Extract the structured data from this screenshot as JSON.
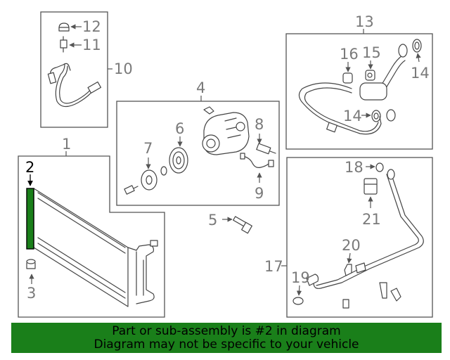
{
  "callouts": {
    "c1": "1",
    "c2": "2",
    "c3": "3",
    "c4": "4",
    "c5": "5",
    "c6": "6",
    "c7": "7",
    "c8": "8",
    "c9": "9",
    "c10": "10",
    "c11": "11",
    "c12": "12",
    "c13": "13",
    "c14a": "14",
    "c14b": "14",
    "c15": "15",
    "c16": "16",
    "c17": "17",
    "c18": "18",
    "c19": "19",
    "c20": "20",
    "c21": "21"
  },
  "highlight": {
    "part": "2",
    "color": "#1a7f1a"
  },
  "banner": {
    "line1": "Part or sub-assembly is #2 in diagram",
    "line2": "Diagram may not be specific to your vehicle",
    "color": "#1a7f1a"
  }
}
